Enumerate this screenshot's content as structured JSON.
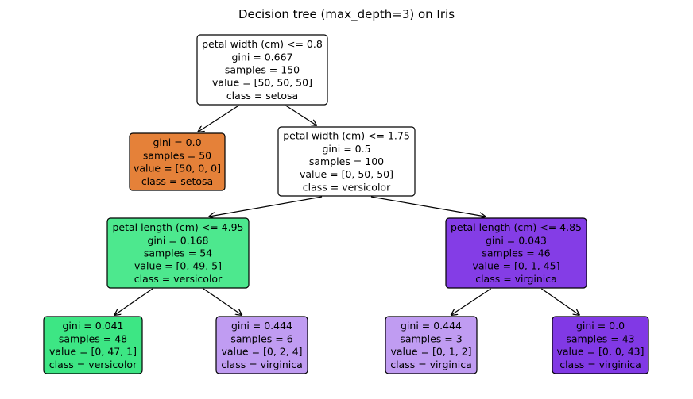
{
  "title": "Decision tree (max_depth=3) on Iris",
  "nodes": [
    {
      "id": "n0",
      "lines": [
        "petal width (cm) <= 0.8",
        "gini = 0.667",
        "samples = 150",
        "value = [50, 50, 50]",
        "class = setosa"
      ],
      "fill": "#ffffff"
    },
    {
      "id": "n1",
      "lines": [
        "gini = 0.0",
        "samples = 50",
        "value = [50, 0, 0]",
        "class = setosa"
      ],
      "fill": "#e58139"
    },
    {
      "id": "n2",
      "lines": [
        "petal width (cm) <= 1.75",
        "gini = 0.5",
        "samples = 100",
        "value = [0, 50, 50]",
        "class = versicolor"
      ],
      "fill": "#ffffff"
    },
    {
      "id": "n3",
      "lines": [
        "petal length (cm) <= 4.95",
        "gini = 0.168",
        "samples = 54",
        "value = [0, 49, 5]",
        "class = versicolor"
      ],
      "fill": "#4de88e"
    },
    {
      "id": "n4",
      "lines": [
        "gini = 0.041",
        "samples = 48",
        "value = [0, 47, 1]",
        "class = versicolor"
      ],
      "fill": "#3de684"
    },
    {
      "id": "n5",
      "lines": [
        "gini = 0.444",
        "samples = 6",
        "value = [0, 2, 4]",
        "class = virginica"
      ],
      "fill": "#c09cf2"
    },
    {
      "id": "n6",
      "lines": [
        "petal length (cm) <= 4.85",
        "gini = 0.043",
        "samples = 46",
        "value = [0, 1, 45]",
        "class = virginica"
      ],
      "fill": "#843de6"
    },
    {
      "id": "n7",
      "lines": [
        "gini = 0.444",
        "samples = 3",
        "value = [0, 1, 2]",
        "class = virginica"
      ],
      "fill": "#c09cf2"
    },
    {
      "id": "n8",
      "lines": [
        "gini = 0.0",
        "samples = 43",
        "value = [0, 0, 43]",
        "class = virginica"
      ],
      "fill": "#8139e5"
    }
  ],
  "edges": [
    {
      "from": "n0",
      "to": "n1"
    },
    {
      "from": "n0",
      "to": "n2"
    },
    {
      "from": "n2",
      "to": "n3"
    },
    {
      "from": "n2",
      "to": "n6"
    },
    {
      "from": "n3",
      "to": "n4"
    },
    {
      "from": "n3",
      "to": "n5"
    },
    {
      "from": "n6",
      "to": "n7"
    },
    {
      "from": "n6",
      "to": "n8"
    }
  ]
}
